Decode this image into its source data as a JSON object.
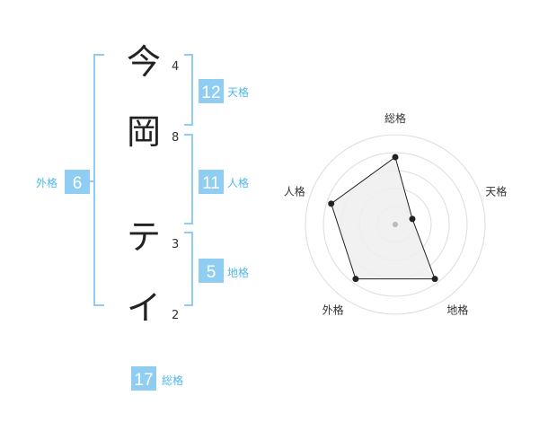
{
  "name_chars": [
    {
      "char": "今",
      "strokes": "4"
    },
    {
      "char": "岡",
      "strokes": "8"
    },
    {
      "char": "テ",
      "strokes": "3"
    },
    {
      "char": "イ",
      "strokes": "2"
    }
  ],
  "fortune": {
    "tenkaku": {
      "value": "12",
      "label": "天格"
    },
    "jinkaku": {
      "value": "11",
      "label": "人格"
    },
    "chikaku": {
      "value": "5",
      "label": "地格"
    },
    "gaikaku": {
      "value": "6",
      "label": "外格"
    },
    "soukaku": {
      "value": "17",
      "label": "総格"
    }
  },
  "colors": {
    "accent": "#8fcdf3",
    "accent_text": "#4fb6ec",
    "bracket": "#8fcdf3",
    "radar_fill": "#eeeeee",
    "radar_line": "#222222"
  },
  "chart_data": {
    "type": "radar",
    "axes": [
      "総格",
      "天格",
      "地格",
      "外格",
      "人格"
    ],
    "values": [
      0.75,
      0.2,
      0.75,
      0.75,
      0.75
    ],
    "range": [
      0,
      1
    ],
    "rings": 5
  }
}
